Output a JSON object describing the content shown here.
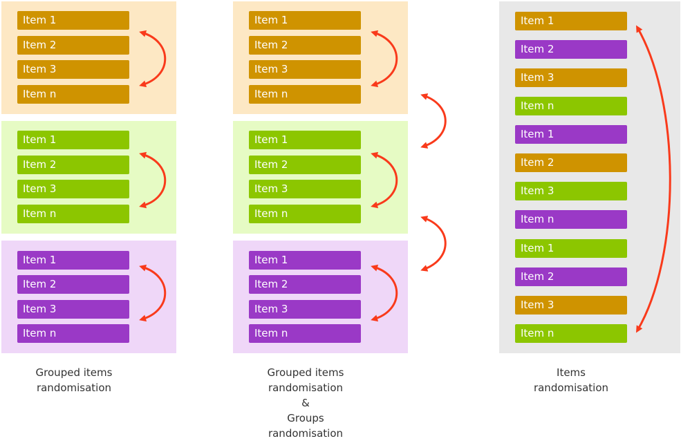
{
  "colors": {
    "orange_item": "#cf9300",
    "orange_bg": "#fde8c4",
    "green_item": "#8cc600",
    "green_bg": "#e6fbc4",
    "purple_item": "#9a39c6",
    "purple_bg": "#efd7f8",
    "neutral_bg": "#e8e8e8",
    "arrow": "#f93a1b"
  },
  "group_items": [
    "Item 1",
    "Item 2",
    "Item 3",
    "Item n"
  ],
  "column3_items": [
    {
      "label": "Item 1",
      "color": "orange"
    },
    {
      "label": "Item 2",
      "color": "purple"
    },
    {
      "label": "Item 3",
      "color": "orange"
    },
    {
      "label": "Item n",
      "color": "green"
    },
    {
      "label": "Item 1",
      "color": "purple"
    },
    {
      "label": "Item 2",
      "color": "orange"
    },
    {
      "label": "Item 3",
      "color": "green"
    },
    {
      "label": "Item n",
      "color": "purple"
    },
    {
      "label": "Item 1",
      "color": "green"
    },
    {
      "label": "Item 2",
      "color": "purple"
    },
    {
      "label": "Item 3",
      "color": "orange"
    },
    {
      "label": "Item n",
      "color": "green"
    }
  ],
  "captions": {
    "col1": [
      "Grouped items",
      "randomisation"
    ],
    "col2": [
      "Grouped items",
      "randomisation",
      "&",
      "Groups",
      "randomisation"
    ],
    "col3": [
      "Items",
      "randomisation"
    ]
  }
}
